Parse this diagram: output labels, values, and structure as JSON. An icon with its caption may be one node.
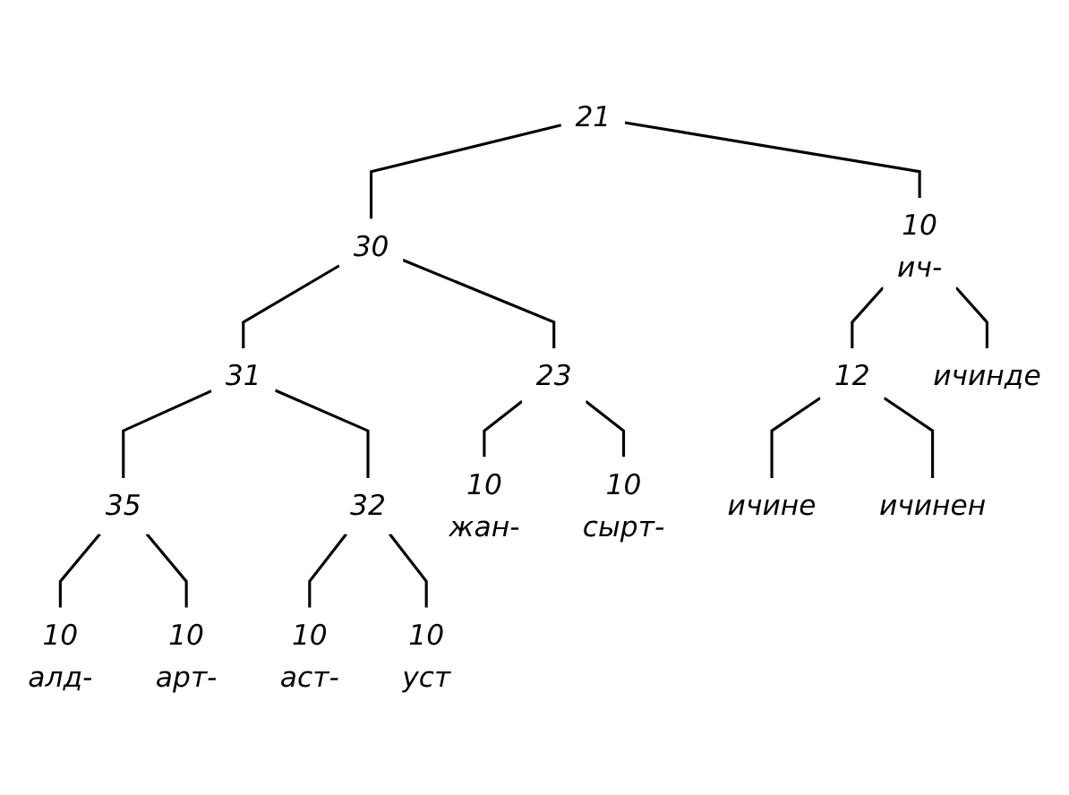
{
  "diagram": {
    "nodes": [
      {
        "text": [
          "21"
        ]
      },
      {
        "text": [
          "30"
        ]
      },
      {
        "text": [
          "31"
        ]
      },
      {
        "text": [
          "23"
        ]
      },
      {
        "text": [
          "35"
        ]
      },
      {
        "text": [
          "32"
        ]
      },
      {
        "text": [
          "10",
          "ич-"
        ]
      },
      {
        "text": [
          "10",
          "жан-"
        ]
      },
      {
        "text": [
          "10",
          "сырт-"
        ]
      },
      {
        "text": [
          "10",
          "алд-"
        ]
      },
      {
        "text": [
          "10",
          "арт-"
        ]
      },
      {
        "text": [
          "10",
          "аст-"
        ]
      },
      {
        "text": [
          "10",
          "уст"
        ]
      },
      {
        "text": [
          "12"
        ]
      },
      {
        "text": [
          "ичине"
        ]
      },
      {
        "text": [
          "ичинен"
        ]
      },
      {
        "text": [
          "ичинде"
        ]
      }
    ],
    "edges": [
      {
        "from": 0,
        "to": 6,
        "arrow": "none"
      },
      {
        "from": 0,
        "to": 1,
        "arrow": "none"
      },
      {
        "from": 1,
        "to": 3,
        "arrow": "none"
      },
      {
        "from": 1,
        "to": 2,
        "arrow": "none"
      },
      {
        "from": 2,
        "to": 4,
        "arrow": "none"
      },
      {
        "from": 2,
        "to": 5,
        "arrow": "none"
      },
      {
        "from": 3,
        "to": 7,
        "arrow": "none"
      },
      {
        "from": 3,
        "to": 8,
        "arrow": "none"
      },
      {
        "from": 4,
        "to": 9,
        "arrow": "none"
      },
      {
        "from": 4,
        "to": 10,
        "arrow": "none"
      },
      {
        "from": 5,
        "to": 11,
        "arrow": "none"
      },
      {
        "from": 5,
        "to": 12,
        "arrow": "none"
      },
      {
        "from": 6,
        "to": 13,
        "arrow": "none"
      },
      {
        "from": 6,
        "to": 16,
        "arrow": "none"
      },
      {
        "from": 13,
        "to": 14,
        "arrow": "none"
      },
      {
        "from": 13,
        "to": 15,
        "arrow": "none"
      }
    ]
  }
}
